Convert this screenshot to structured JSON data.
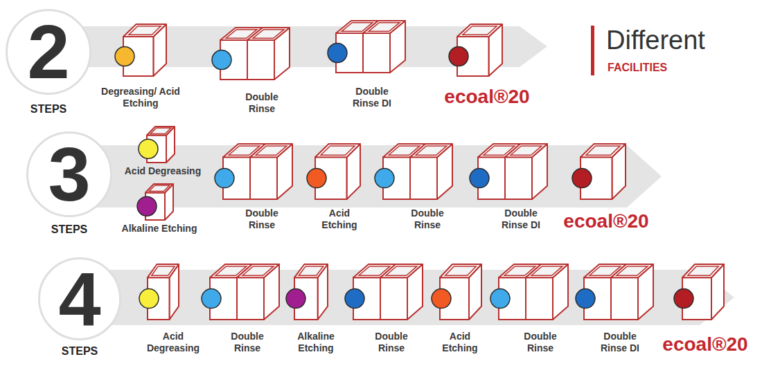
{
  "diagram": {
    "nodes": [
      {
        "text": [
          "2",
          "STEPS"
        ]
      },
      {
        "text": [
          "Degreasing/ Acid Etching"
        ]
      },
      {
        "text": [
          "Double Rinse"
        ]
      },
      {
        "text": [
          "Double Rinse DI"
        ]
      },
      {
        "text": [
          "ecoal®20"
        ]
      },
      {
        "text": [
          "3",
          "STEPS"
        ]
      },
      {
        "text": [
          "Acid Degreasing"
        ]
      },
      {
        "text": [
          "Alkaline Etching"
        ]
      },
      {
        "text": [
          "Double Rinse"
        ]
      },
      {
        "text": [
          "Acid Etching"
        ]
      },
      {
        "text": [
          "Double Rinse"
        ]
      },
      {
        "text": [
          "Double Rinse DI"
        ]
      },
      {
        "text": [
          "ecoal®20"
        ]
      },
      {
        "text": [
          "4",
          "STEPS"
        ]
      },
      {
        "text": [
          "Acid Degreasing"
        ]
      },
      {
        "text": [
          "Double Rinse"
        ]
      },
      {
        "text": [
          "Alkaline Etching"
        ]
      },
      {
        "text": [
          "Double Rinse"
        ]
      },
      {
        "text": [
          "Acid Etching"
        ]
      },
      {
        "text": [
          "Double Rinse"
        ]
      },
      {
        "text": [
          "Double Rinse DI"
        ]
      },
      {
        "text": [
          "ecoal®20"
        ]
      }
    ],
    "labels": [
      "Different",
      "FACILITIES"
    ]
  }
}
